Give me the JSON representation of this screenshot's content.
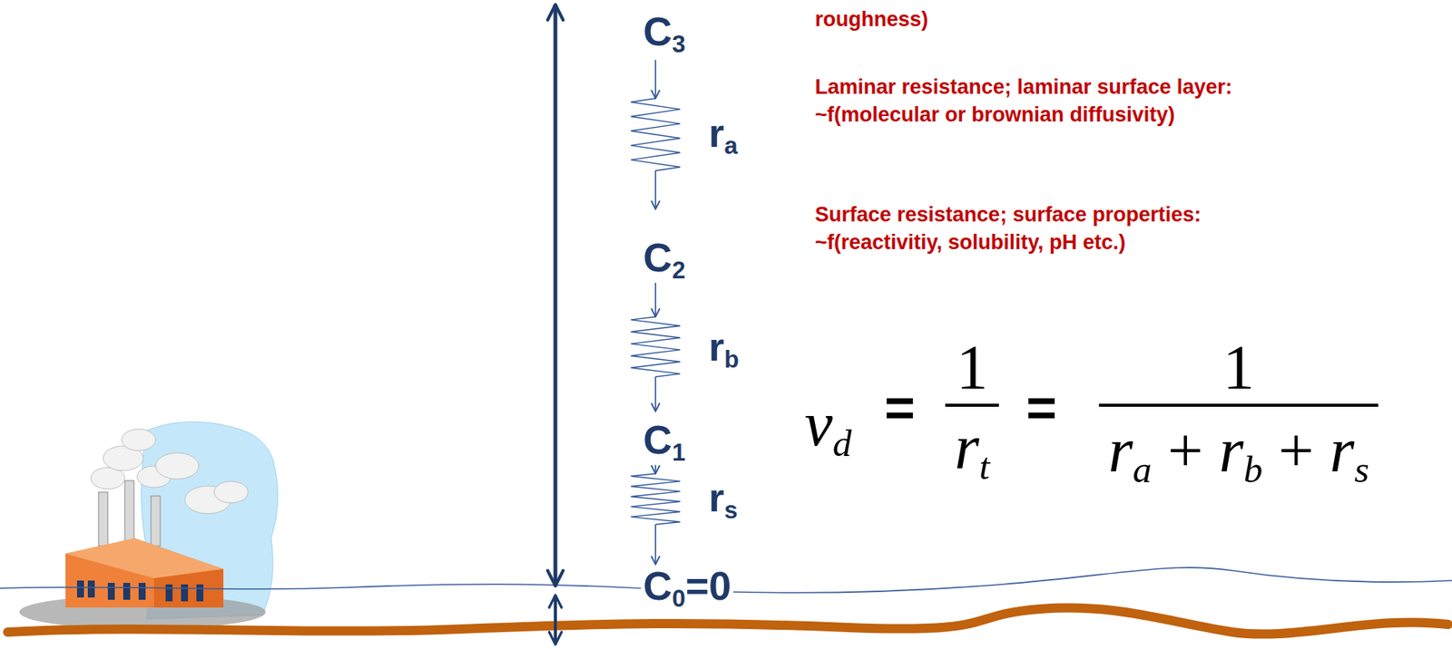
{
  "diagram": {
    "labels": [
      "roughness)",
      "Laminar resistance; laminar surface layer:",
      "~f(molecular or brownian diffusivity)",
      "Surface resistance; surface properties:",
      "~f(reactivitiy, solubility, pH etc.)",
      "C3",
      "ra",
      "C2",
      "rb",
      "C1",
      "rs",
      "C0=0",
      "vd",
      "=",
      "1",
      "rt",
      "=",
      "1",
      "ra + rb + rs"
    ]
  }
}
